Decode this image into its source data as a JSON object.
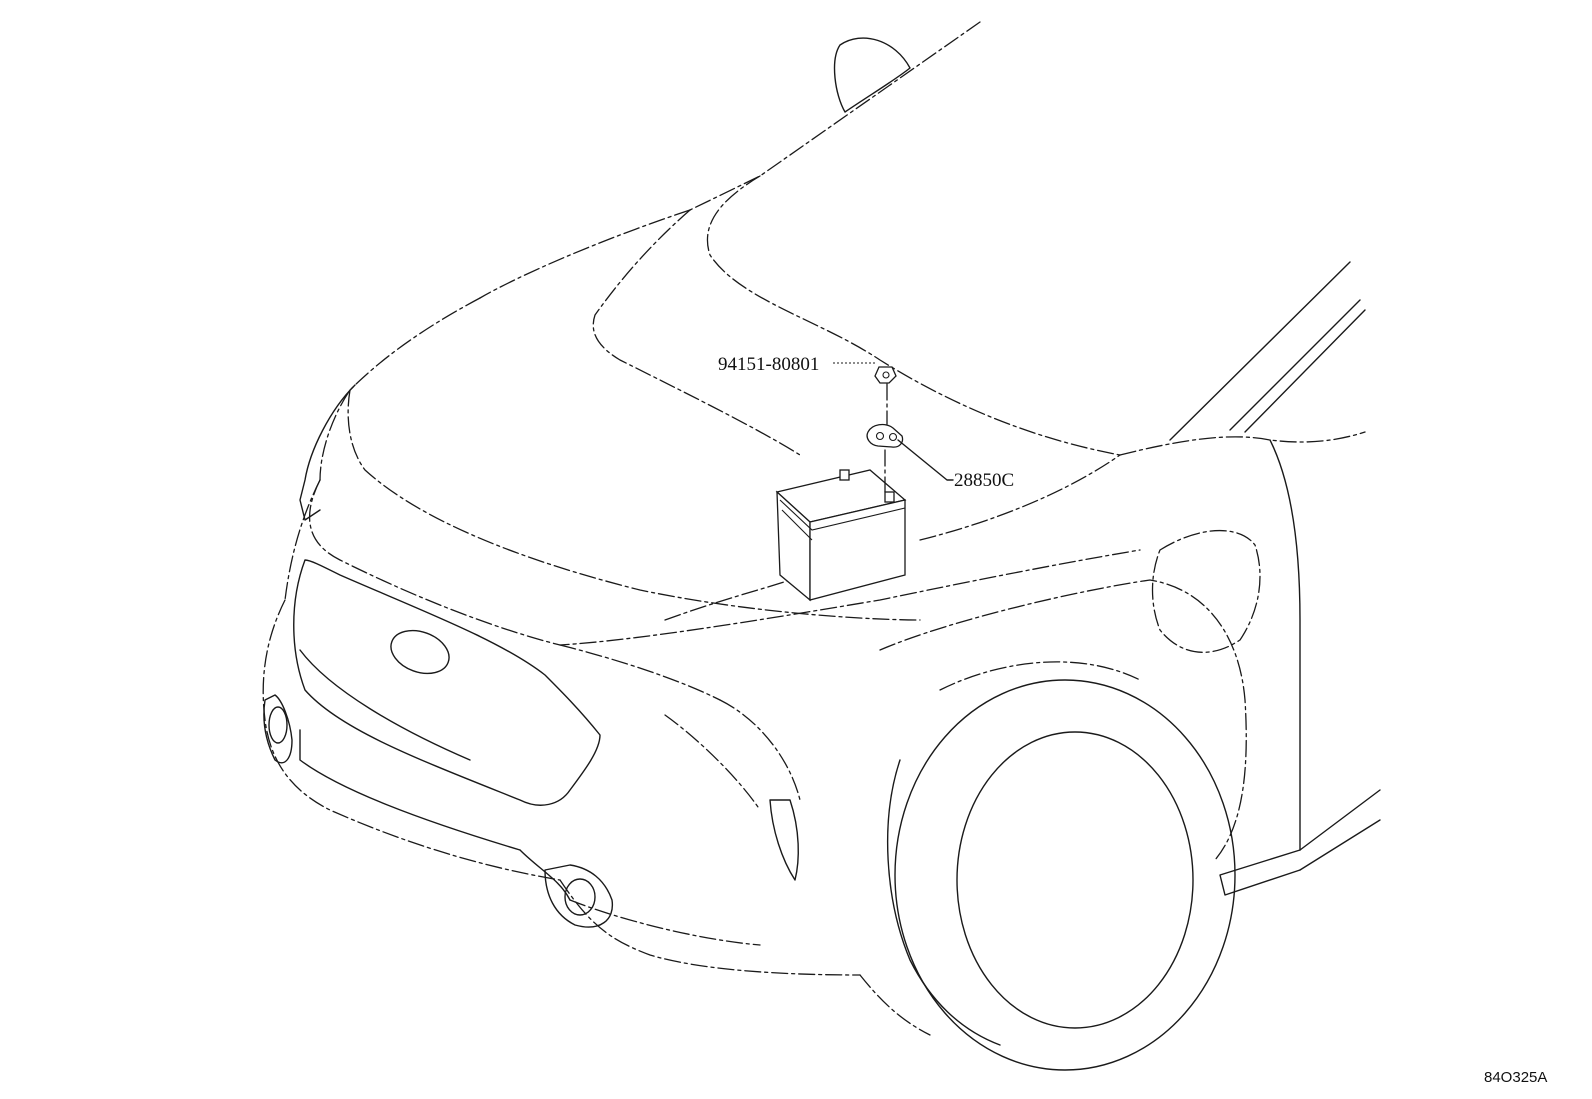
{
  "callouts": [
    {
      "part_number": "94151-80801"
    },
    {
      "part_number": "28850C"
    }
  ],
  "illustration_code": "84O325A",
  "colors": {
    "line": "#1a1a1a",
    "background": "#ffffff"
  }
}
